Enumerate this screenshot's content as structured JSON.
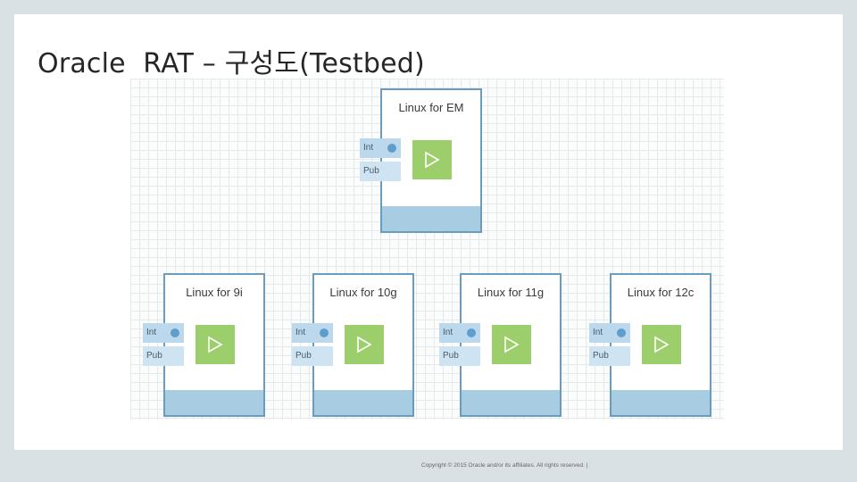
{
  "slide": {
    "title": "Oracle  RAT – 구성도(Testbed)",
    "footer": "Copyright © 2015 Oracle and/or its affiliates. All rights reserved. |"
  },
  "diagram": {
    "nic_labels": {
      "int": "Int",
      "pub": "Pub"
    },
    "nodes": [
      {
        "title": "Linux for EM"
      },
      {
        "title": "Linux for 9i"
      },
      {
        "title": "Linux for 10g"
      },
      {
        "title": "Linux for 11g"
      },
      {
        "title": "Linux for 12c"
      }
    ]
  }
}
